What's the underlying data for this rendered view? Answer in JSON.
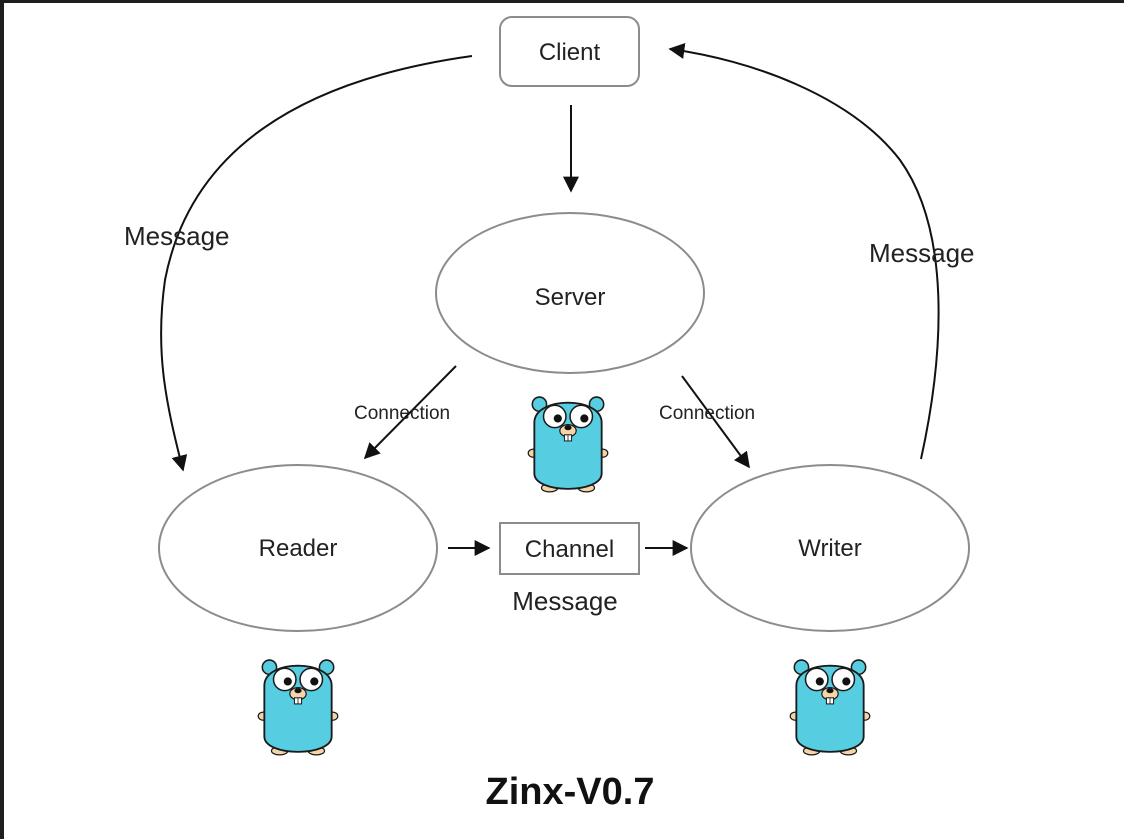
{
  "diagram": {
    "nodes": {
      "client": "Client",
      "server": "Server",
      "reader": "Reader",
      "writer": "Writer",
      "channel": "Channel"
    },
    "edges": {
      "client_to_reader": "Message",
      "writer_to_client": "Message",
      "server_to_reader": "Connection",
      "server_to_writer": "Connection",
      "channel_label": "Message"
    },
    "title": "Zinx-V0.7",
    "mascot_icon": "go-gopher-icon",
    "colors": {
      "gopher_body": "#56CDE0",
      "gopher_outline": "#1a1a1a",
      "gopher_feet": "#F5D5A8",
      "node_stroke": "#8c8c8c"
    }
  }
}
